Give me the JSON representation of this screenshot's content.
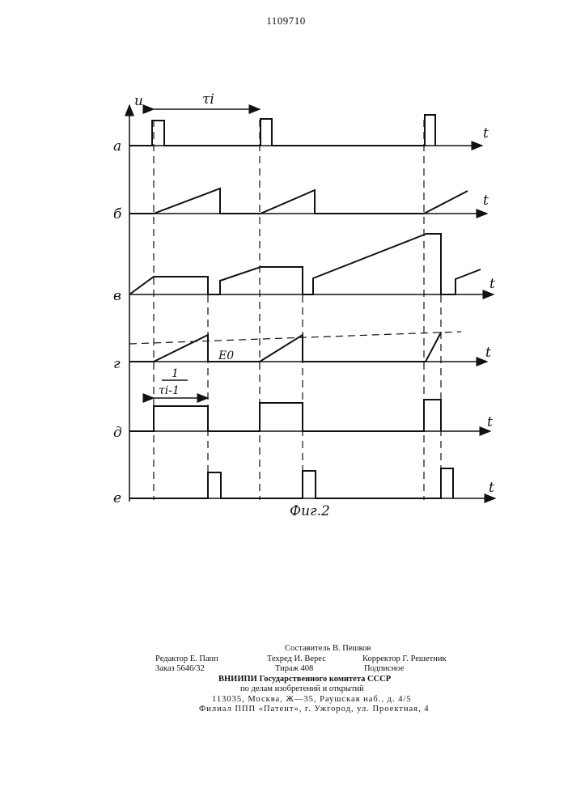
{
  "header": {
    "patent_number": "1109710"
  },
  "figure": {
    "caption": "Фиг.2",
    "axis_symbol_u": "u",
    "axis_symbol_t": "t",
    "row_labels": [
      "а",
      "б",
      "в",
      "г",
      "д",
      "е"
    ],
    "annotations": {
      "period": "τi",
      "threshold": "E0",
      "inverse_numerator": "1",
      "inverse_denominator": "τi-1"
    }
  },
  "imprint": {
    "compiler": "Составитель В. Пешков",
    "editor": "Редактор Е. Папп",
    "techred": "Техред И. Верес",
    "corrector": "Корректор Г. Решетник",
    "order": "Заказ 5646/32",
    "circulation": "Тираж 408",
    "subscription": "Подписное",
    "org_line1": "ВНИИПИ Государственного комитета СССР",
    "org_line2": "по делам изобретений и открытий",
    "address": "113035, Москва, Ж—35, Раушская наб., д. 4/5",
    "branch": "Филиал ППП «Патент», г. Ужгород, ул. Проектная, 4"
  }
}
